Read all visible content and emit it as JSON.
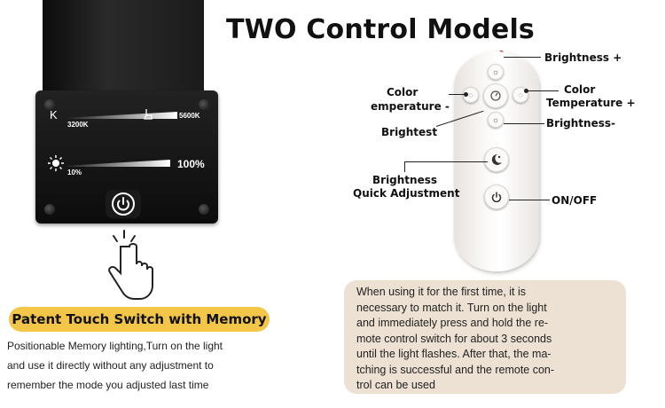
{
  "title": "TWO Control Models",
  "device": {
    "kelvin_symbol": "K",
    "color_min": "3200K",
    "color_max": "5600K",
    "brightness_min": "10%",
    "brightness_max": "100%",
    "icons": [
      "sun-icon",
      "power-icon",
      "hand-pointer-icon"
    ]
  },
  "patent_label": "Patent Touch Switch with Memory",
  "description_lines": [
    "Positionable Memory lighting,Turn on the light",
    "and use it directly without any adjustment to",
    "remember the mode you adjusted last time"
  ],
  "remote_labels": {
    "brightness_plus": "Brightness +",
    "color_temp_minus_1": "Color",
    "color_temp_minus_2": "emperature -",
    "color_temp_plus_1": "Color",
    "color_temp_plus_2": "Temperature +",
    "brightest": "Brightest",
    "brightness_minus": "Brightness-",
    "quick_1": "Brightness",
    "quick_2": "Quick Adjustment",
    "on_off": "ON/OFF"
  },
  "note_lines": [
    "When using it for the first time, it is",
    "necessary to match it. Turn on the light",
    "and immediately press and hold the re-",
    "mote control switch for about 3 seconds",
    "until the light flashes. After that, the ma-",
    "tching is successful and the remote con-",
    "trol can be used"
  ],
  "colors": {
    "accent": "#f3c64a",
    "note_bg": "#ece1d2",
    "device": "#151515"
  }
}
